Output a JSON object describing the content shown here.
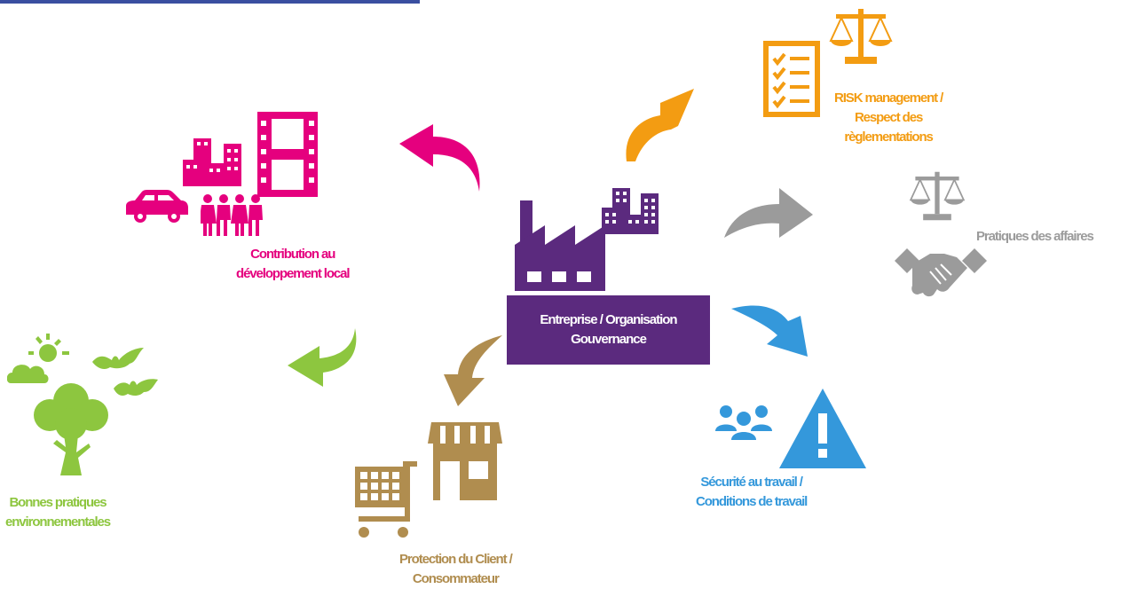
{
  "colors": {
    "purple": "#5b2a7e",
    "magenta": "#e5007e",
    "orange": "#f39c12",
    "gray": "#9b9b9b",
    "blue": "#3498db",
    "tan": "#b08d4f",
    "green": "#8dc63f",
    "topbar": "#3a4fa0"
  },
  "center": {
    "line1": "Entreprise / Organisation",
    "line2": "Gouvernance"
  },
  "nodes": {
    "local": {
      "line1": "Contribution au",
      "line2": "développement local",
      "icons": [
        "buildings-icon",
        "film-strip-icon",
        "car-icon",
        "people-group-icon"
      ]
    },
    "risk": {
      "line1": "RISK management /",
      "line2": "Respect des",
      "line3": "règlementations",
      "icons": [
        "checklist-icon",
        "scales-icon"
      ]
    },
    "business": {
      "line1": "Pratiques des affaires",
      "icons": [
        "scales-icon",
        "handshake-icon"
      ]
    },
    "safety": {
      "line1": "Sécurité au travail /",
      "line2": "Conditions de travail",
      "icons": [
        "people-icon",
        "warning-icon"
      ]
    },
    "client": {
      "line1": "Protection du Client /",
      "line2": "Consommateur",
      "icons": [
        "shopping-cart-icon",
        "storefront-icon"
      ]
    },
    "environment": {
      "line1": "Bonnes pratiques",
      "line2": "environnementales",
      "icons": [
        "sun-cloud-icon",
        "bats-icon",
        "tree-icon"
      ]
    }
  }
}
